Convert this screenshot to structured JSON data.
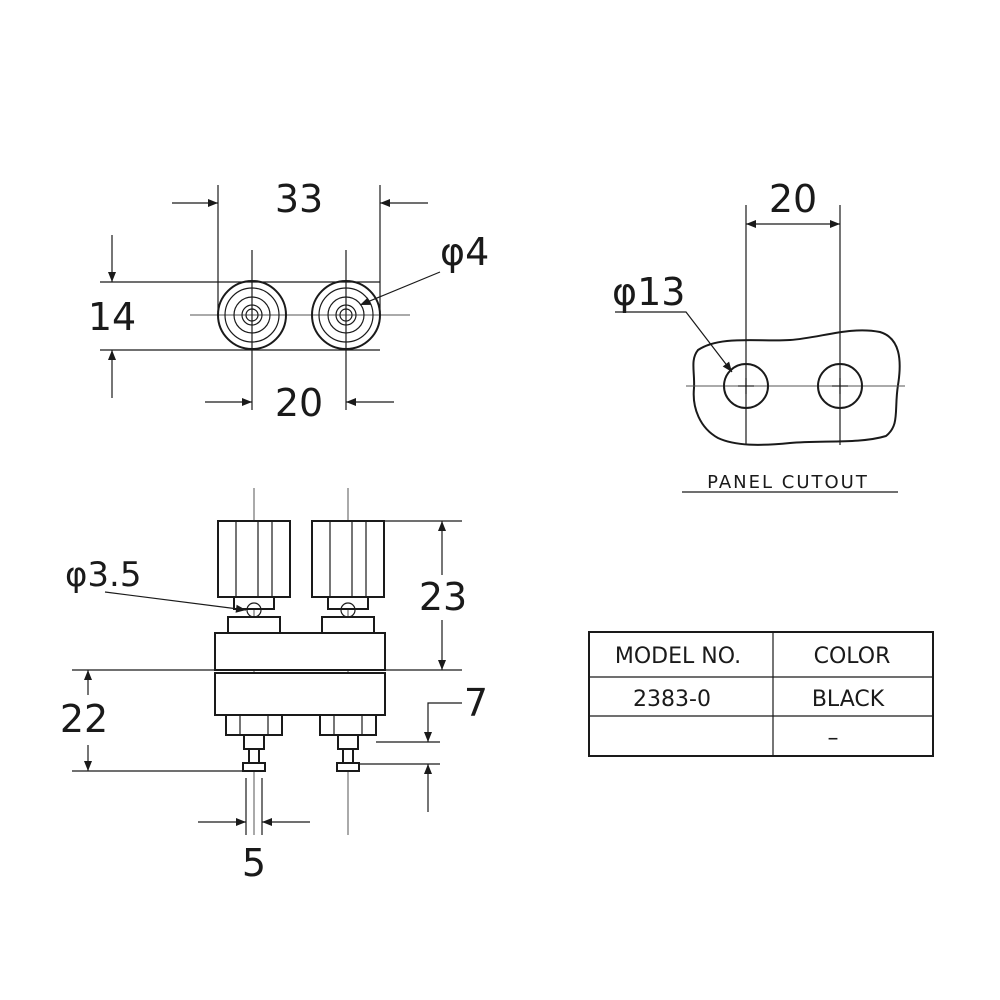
{
  "top_view": {
    "width_dim": "33",
    "height_dim": "14",
    "pitch_dim": "20",
    "hole_dim": "φ4"
  },
  "panel_cutout": {
    "pitch_dim": "20",
    "hole_dim": "φ13",
    "label": "PANEL CUTOUT"
  },
  "side_view": {
    "pin_dim": "φ3.5",
    "cap_height_dim": "23",
    "body_height_dim": "22",
    "pin_length_dim": "7",
    "pin_spacing_dim": "5"
  },
  "spec_table": {
    "headers": [
      "MODEL NO.",
      "COLOR"
    ],
    "rows": [
      [
        "2383-0",
        "BLACK"
      ],
      [
        "",
        "–"
      ]
    ]
  }
}
